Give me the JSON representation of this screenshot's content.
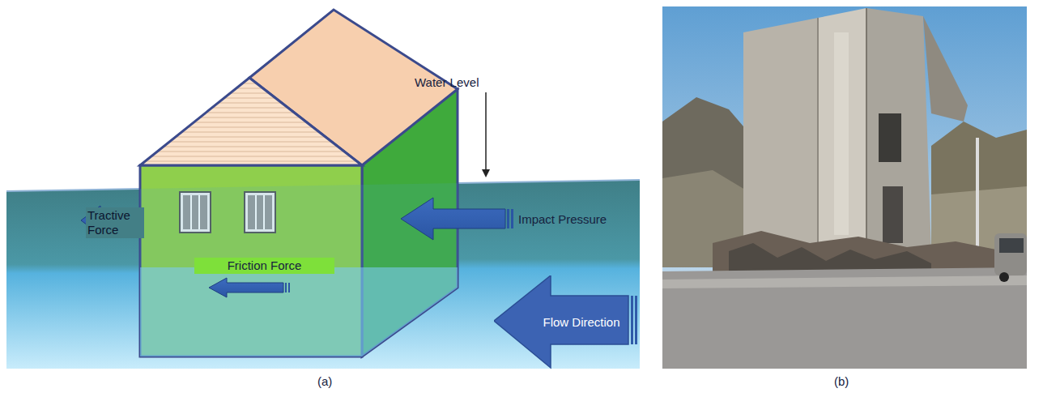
{
  "diagram": {
    "nodes": [
      {
        "text": [
          "Friction Force"
        ]
      },
      {
        "text": [
          "Flow Direction"
        ]
      }
    ],
    "labels": [
      "Tractive Force",
      "Impact Pressure",
      "Water Level",
      "(a)",
      "(b)"
    ]
  }
}
